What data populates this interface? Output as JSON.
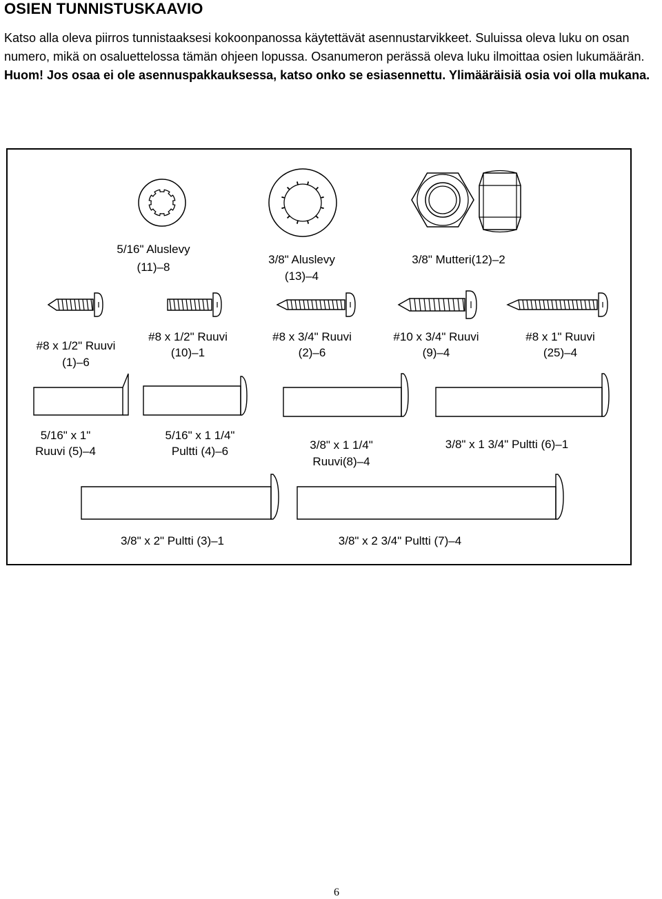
{
  "heading": "OSIEN TUNNISTUSKAAVIO",
  "intro": {
    "normal": "Katso alla oleva piirros tunnistaaksesi kokoonpanossa käytettävät asennustarvikkeet. Suluissa oleva luku on osan numero, mikä on osaluettelossa tämän ohjeen lopussa. Osanumeron perässä oleva luku ilmoittaa osien lukumäärän. ",
    "bold": "Huom! Jos osaa ei ole asennuspakkauksessa, katso onko se esiasennettu. Ylimääräisiä osia voi olla mukana."
  },
  "parts": {
    "washer_5_16": {
      "name": "5/16\" Aluslevy",
      "spec": "(11)–8"
    },
    "washer_3_8": {
      "name": "3/8\" Aluslevy",
      "spec": "(13)–4"
    },
    "nut_3_8": {
      "label": "3/8\" Mutteri(12)–2"
    },
    "screw_1": {
      "name": "#8 x 1/2\" Ruuvi",
      "spec": "(1)–6"
    },
    "screw_10": {
      "name": "#8 x 1/2\" Ruuvi",
      "spec": "(10)–1"
    },
    "screw_2": {
      "name": "#8 x 3/4\" Ruuvi",
      "spec": "(2)–6"
    },
    "screw_9": {
      "name": "#10 x 3/4\" Ruuvi",
      "spec": "(9)–4"
    },
    "screw_25": {
      "name": "#8 x 1\" Ruuvi",
      "spec": "(25)–4"
    },
    "screw_5": {
      "name": "5/16\" x 1\"",
      "spec": "Ruuvi (5)–4"
    },
    "bolt_4": {
      "name": "5/16\" x 1 1/4\"",
      "spec": "Pultti (4)–6"
    },
    "screw_8": {
      "name": "3/8\" x 1 1/4\"",
      "spec": "Ruuvi(8)–4"
    },
    "bolt_6": {
      "label": "3/8\" x 1 3/4\" Pultti (6)–1"
    },
    "bolt_3": {
      "label": "3/8\" x 2\" Pultti (3)–1"
    },
    "bolt_7": {
      "label": "3/8\" x 2 3/4\" Pultti (7)–4"
    }
  },
  "page_number": "6"
}
